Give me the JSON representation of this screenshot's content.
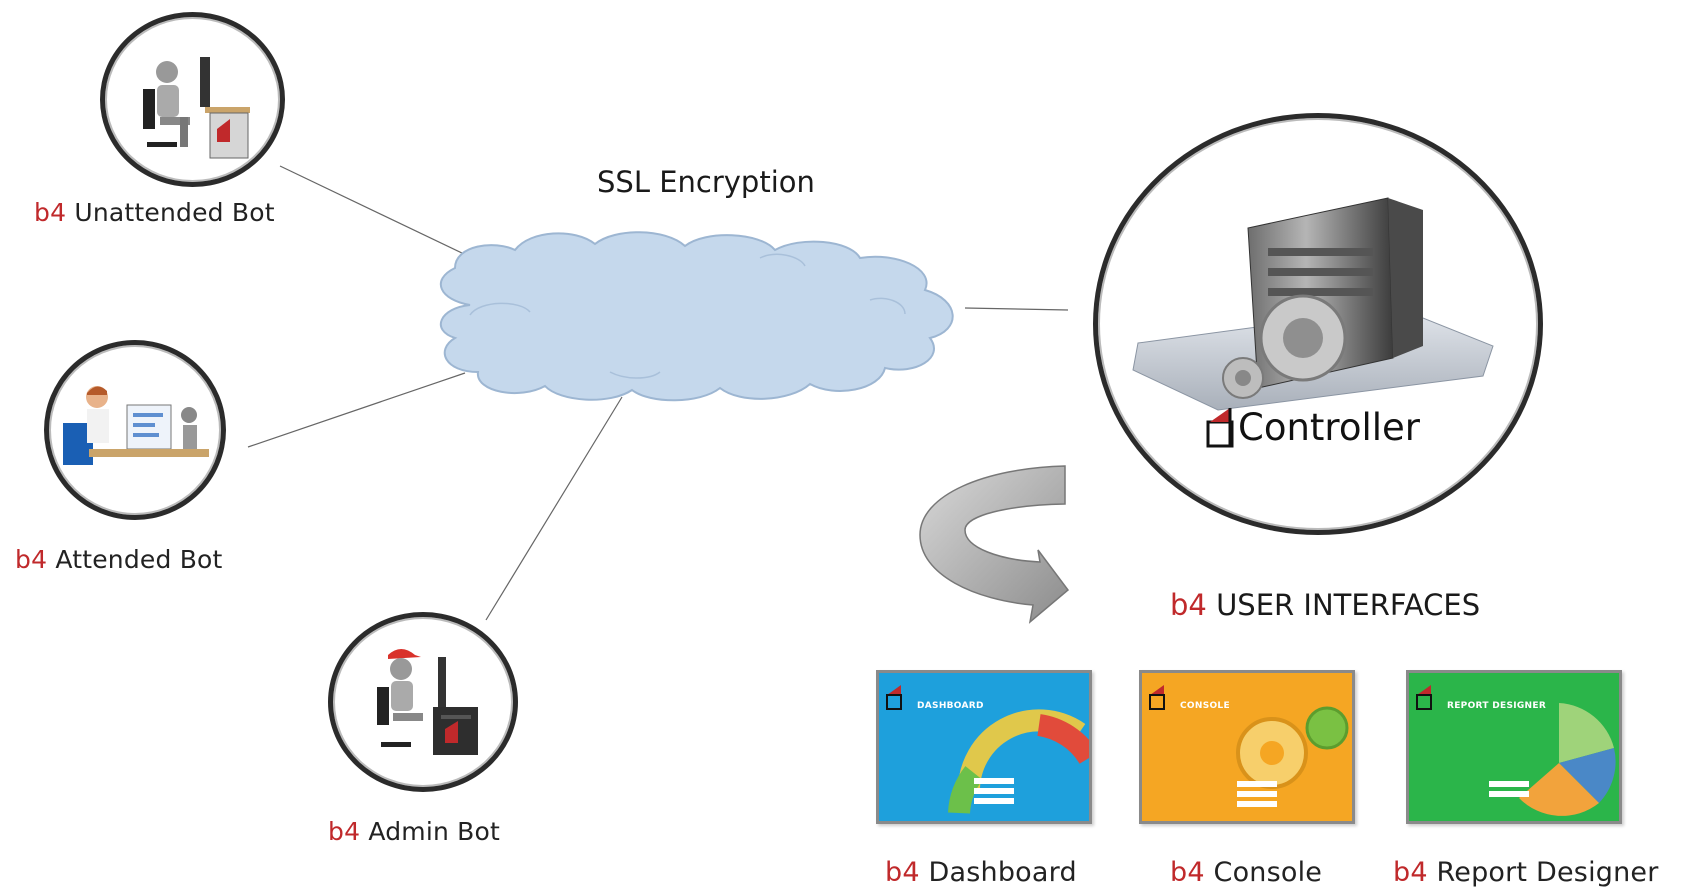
{
  "diagram": {
    "top_label": "SSL Encryption",
    "bots": [
      {
        "brand": "b4",
        "name": "Unattended Bot"
      },
      {
        "brand": "b4",
        "name": "Attended Bot"
      },
      {
        "brand": "b4",
        "name": "Admin Bot"
      }
    ],
    "controller": {
      "name": "Controller"
    },
    "user_interfaces": {
      "brand": "b4",
      "heading": "USER INTERFACES",
      "items": [
        {
          "brand": "b4",
          "name": "Dashboard",
          "screen_title": "DASHBOARD",
          "color": "#1ea0dc"
        },
        {
          "brand": "b4",
          "name": "Console",
          "screen_title": "CONSOLE",
          "color": "#f5a623"
        },
        {
          "brand": "b4",
          "name": "Report Designer",
          "screen_title": "REPORT DESIGNER",
          "color": "#2bb54a"
        }
      ]
    },
    "colors": {
      "brand_red": "#c0292b",
      "cloud": "#c5d8ec",
      "cloud_stroke": "#9db6d2"
    }
  }
}
